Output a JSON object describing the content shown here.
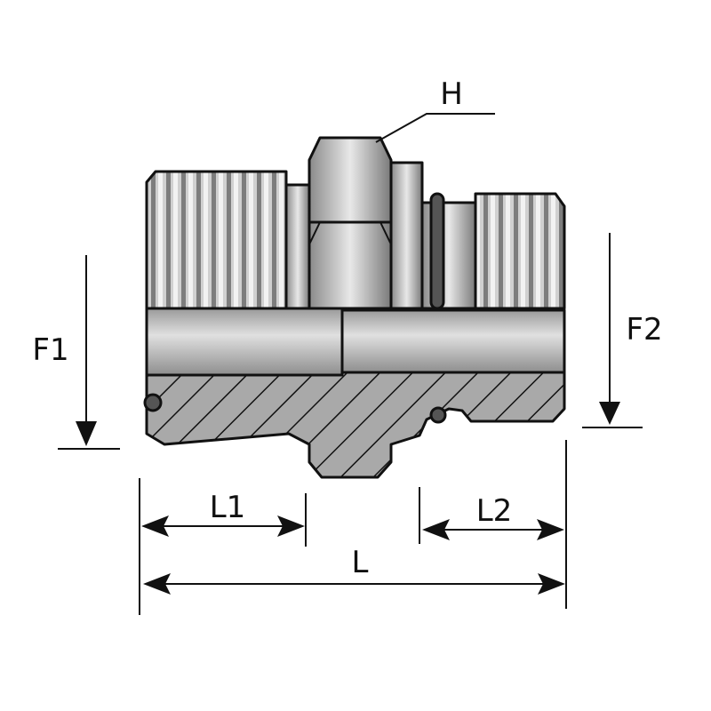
{
  "labels": {
    "hex": "H",
    "f1": "F1",
    "f2": "F2",
    "l1": "L1",
    "l2": "L2",
    "l": "L"
  },
  "colors": {
    "outline": "#111111",
    "metal_dark": "#6e6e6e",
    "metal_light": "#e6e6e6",
    "section": "#a9a9a9"
  }
}
